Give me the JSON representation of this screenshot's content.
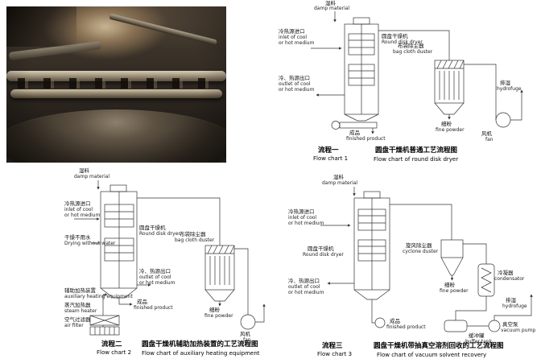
{
  "c1": {
    "damp_cn": "湿料",
    "damp_en": "damp material",
    "inlet_cn": "冷热源进口",
    "inlet_en1": "inlet of cool",
    "inlet_en2": "or hot medium",
    "dryer_cn": "圆盘干燥机",
    "dryer_en": "Round disk dryer",
    "duster_cn": "布袋除尘器",
    "duster_en": "bag cloth duster",
    "outlet_cn": "冷、热源出口",
    "outlet_en1": "outlet of cool",
    "outlet_en2": "or hot medium",
    "product_cn": "成品",
    "product_en": "finished product",
    "powder_cn": "细粉",
    "powder_en": "fine powder",
    "hydro_cn": "排湿",
    "hydro_en": "hydrofuge",
    "fan_cn": "风机",
    "fan_en": "fan",
    "cap_cn": "流程一",
    "cap_en": "Flow chart 1",
    "title_cn": "圆盘干燥机普通工艺流程图",
    "title_en": "Flow chart of round disk dryer"
  },
  "c2": {
    "damp_cn": "湿料",
    "damp_en": "damp material",
    "inlet_cn": "冷热源进口",
    "inlet_en1": "inlet of cool",
    "inlet_en2": "or hot medium",
    "nowater_cn": "干燥不用水",
    "nowater_en": "Drying without water",
    "dryer_cn": "圆盘干燥机",
    "dryer_en": "Round disk dryer",
    "duster_cn": "布袋除尘器",
    "duster_en": "bag cloth duster",
    "outlet_cn": "冷、热源出口",
    "outlet_en1": "outlet of cool",
    "outlet_en2": "or hot medium",
    "aux_cn": "辅助加热装置",
    "aux_en": "auxiliary heating equipment",
    "steam_cn": "蒸汽加热器",
    "steam_en": "steam heater",
    "airf_cn": "空气过滤器",
    "airf_en": "air filter",
    "product_cn": "成品",
    "product_en": "finished product",
    "powder_cn": "细粉",
    "powder_en": "fine powder",
    "fan_cn": "风机",
    "fan_en": "fan",
    "cap_cn": "流程二",
    "cap_en": "Flow chart 2",
    "title_cn": "圆盘干燥机辅助加热装置的工艺流程图",
    "title_en": "Flow chart of auxiliary heating equipment"
  },
  "c3": {
    "damp_cn": "湿料",
    "damp_en": "damp material",
    "inlet_cn": "冷热源进口",
    "inlet_en1": "inlet of cool",
    "inlet_en2": "or hot medium",
    "dryer_cn": "圆盘干燥机",
    "dryer_en": "Round disk dryer",
    "outlet_cn": "冷、热源出口",
    "outlet_en1": "outlet of cool",
    "outlet_en2": "or hot medium",
    "cyclone_cn": "旋风除尘器",
    "cyclone_en": "cyclone duster",
    "cond_cn": "冷凝器",
    "cond_en": "condensator",
    "hydro_cn": "排湿",
    "hydro_en": "hydrofuge",
    "buffer_cn": "缓冲罐",
    "buffer_en": "buffer tank",
    "vac_cn": "真空泵",
    "vac_en": "vacuum pump",
    "product_cn": "成品",
    "product_en": "finished product",
    "powder_cn": "细粉",
    "powder_en": "fine powder",
    "cap_cn": "流程三",
    "cap_en": "Flow chart 3",
    "title_cn": "圆盘干燥机带抽真空溶剂回收的工艺流程图",
    "title_en": "Flow chart of vacuum solvent recovery"
  }
}
